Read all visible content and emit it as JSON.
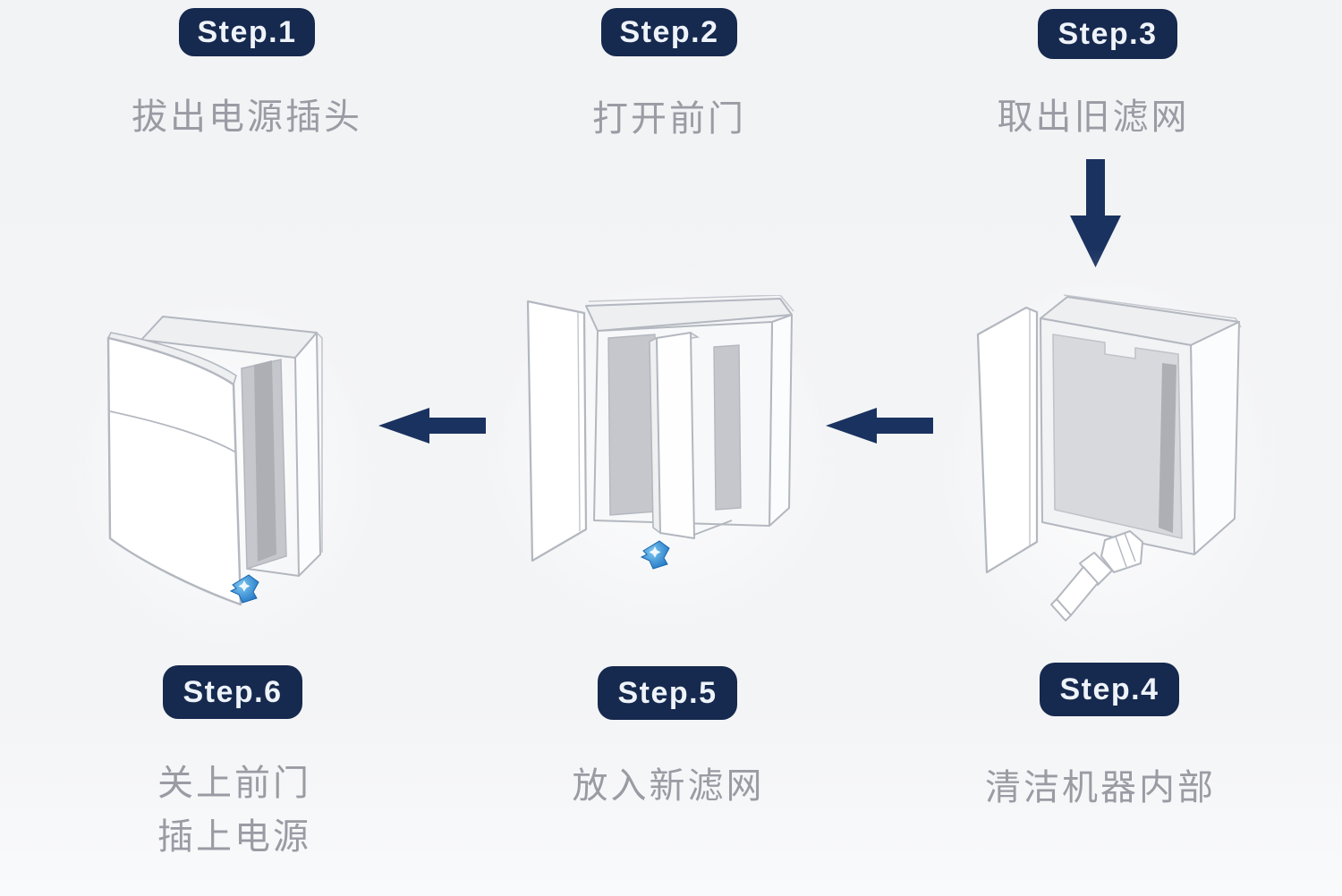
{
  "colors": {
    "background": "#f3f4f6",
    "badge_bg": "#16294e",
    "badge_text": "#eef3fa",
    "label_text": "#9a9ba3",
    "arrow": "#1a3260",
    "line": "#b3b7bf",
    "shade_light": "#edeff1",
    "shade_mid": "#c6c7cc",
    "shade_dark": "#aeafb5",
    "interior": "#d8d9dc",
    "side_white": "#fbfcfd",
    "cursor_light": "#7cc7f2",
    "cursor_dark": "#1a6fc0"
  },
  "steps": [
    {
      "badge": "Step.1",
      "label": "拔出电源插头"
    },
    {
      "badge": "Step.2",
      "label": "打开前门"
    },
    {
      "badge": "Step.3",
      "label": "取出旧滤网"
    },
    {
      "badge": "Step.4",
      "label": "清洁机器内部"
    },
    {
      "badge": "Step.5",
      "label": "放入新滤网"
    },
    {
      "badge": "Step.6",
      "label": "关上前门",
      "label_line2": "插上电源"
    }
  ],
  "icons": {
    "down_arrow": "solid navy downward arrow linking Step.3 to the machine",
    "left_arrow": "solid navy left-pointing flow arrow between machines",
    "click_cursor": "blue glossy click-pointer marker"
  },
  "illustrations": {
    "machine_door_closing": "air purifier with front door swung ajar being closed (Step.1 / Step.6)",
    "machine_filter_insert": "air purifier with door open and filter half inserted (Step.2 / Step.5)",
    "machine_empty_vacuum": "air purifier with door open, filter removed, vacuum nozzle cleaning interior (Step.3 / Step.4)"
  }
}
